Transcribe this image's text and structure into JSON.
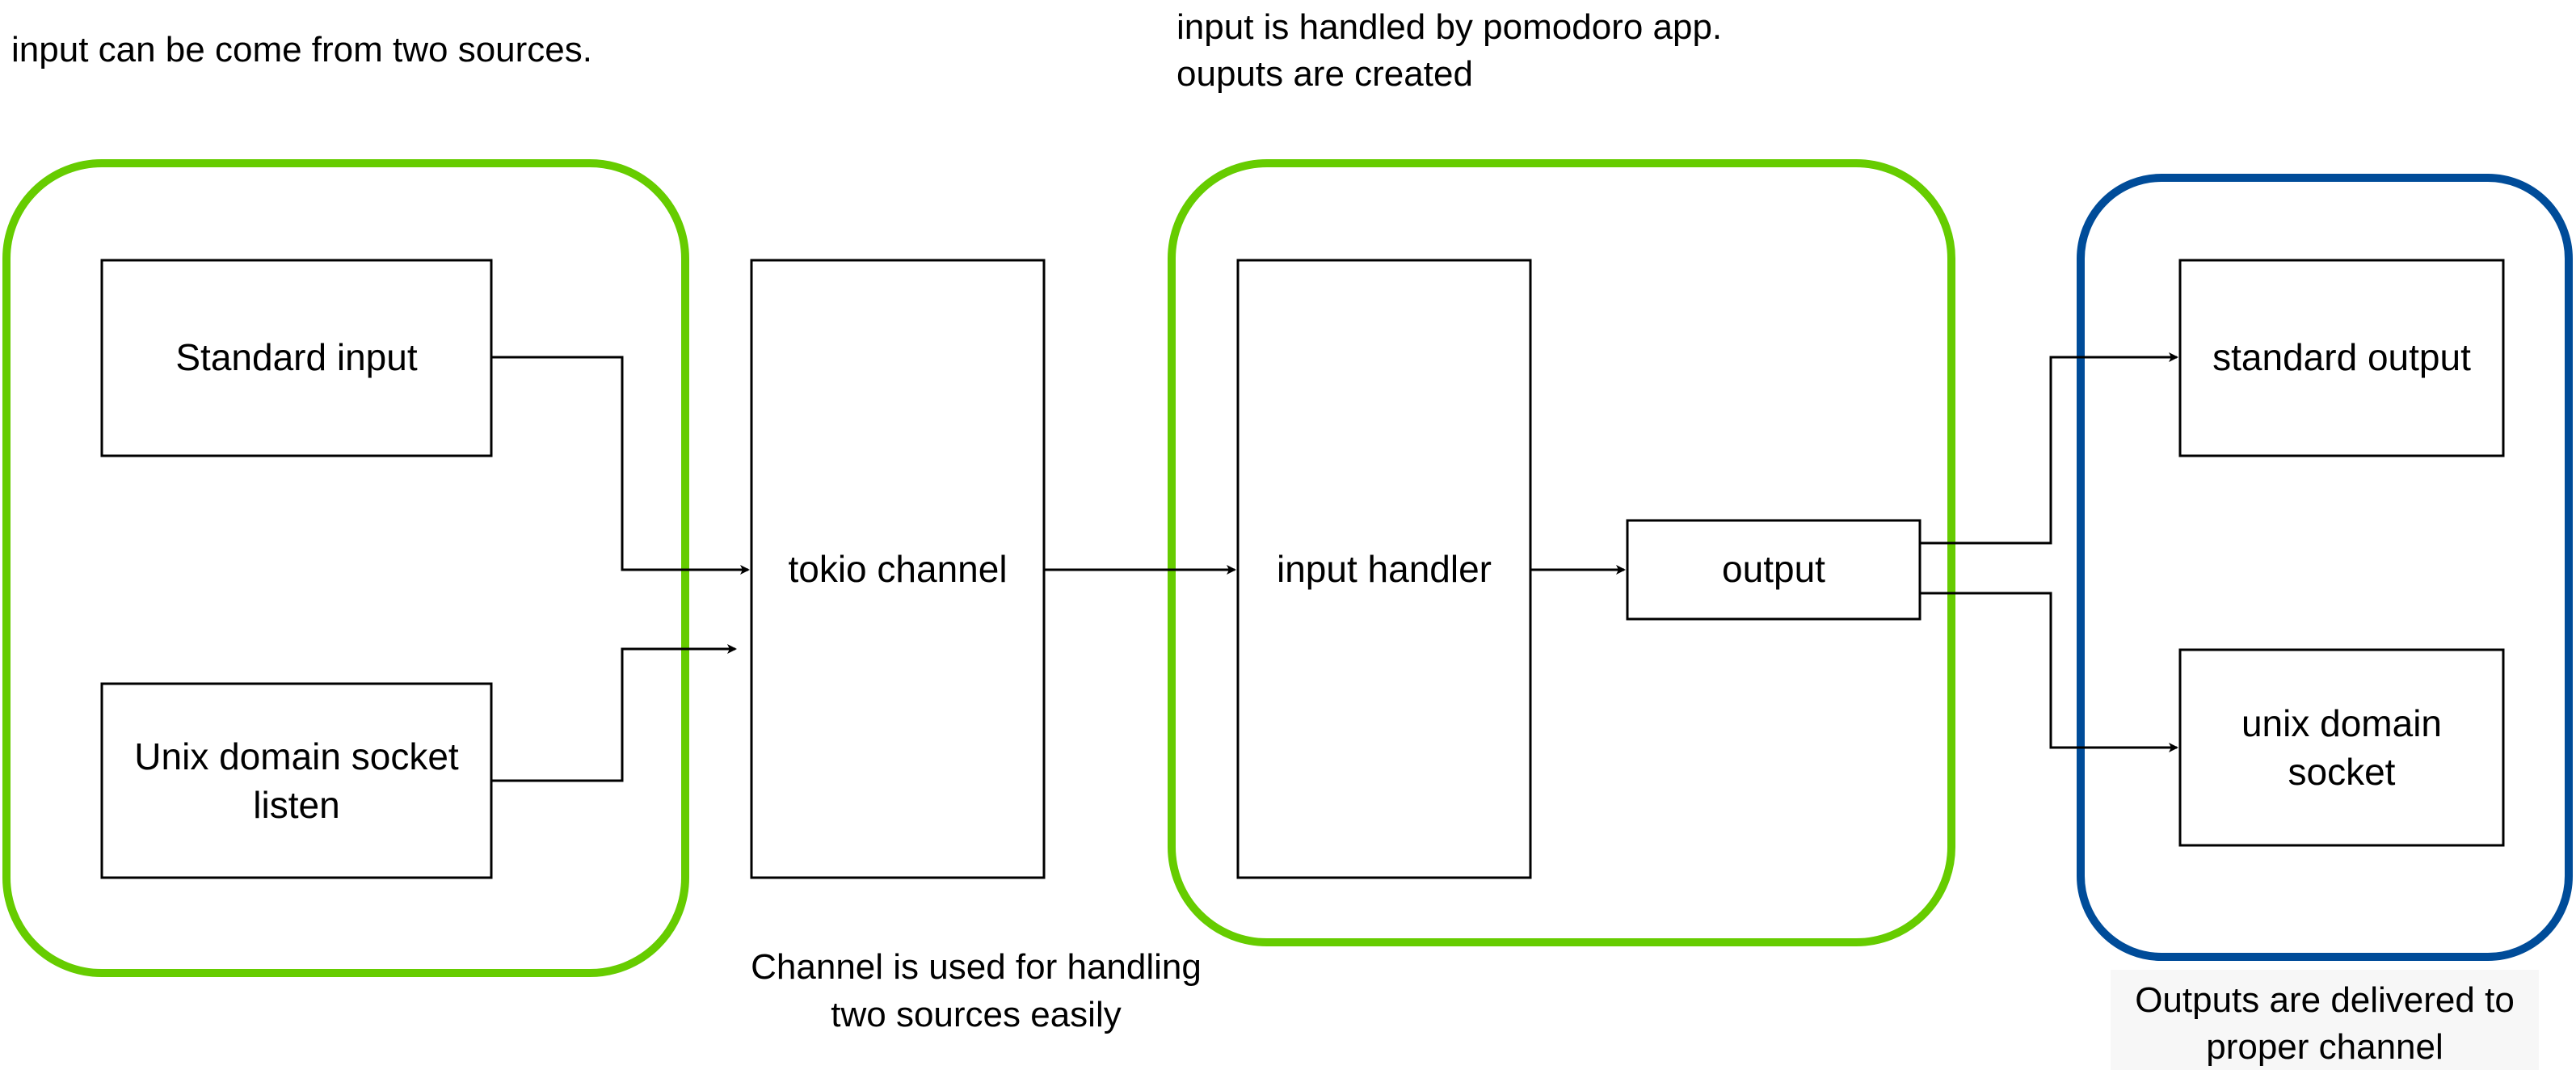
{
  "annotations": {
    "input_sources": "input can be come from two sources.",
    "handler_line1": "input is handled by pomodoro app.",
    "handler_line2": "ouputs are created",
    "channel_line1": "Channel is used for handling",
    "channel_line2": "two sources easily",
    "outputs_line1": "Outputs are delivered to",
    "outputs_line2": "proper channel"
  },
  "nodes": {
    "standard_input": "Standard input",
    "unix_socket_listen_line1": "Unix domain socket",
    "unix_socket_listen_line2": "listen",
    "tokio_channel": "tokio channel",
    "input_handler": "input handler",
    "output": "output",
    "standard_output": "standard output",
    "unix_socket_line1": "unix domain",
    "unix_socket_line2": "socket"
  },
  "colors": {
    "input_group_border": "#66cc00",
    "handler_group_border": "#66cc00",
    "output_group_border": "#004c99",
    "box_border": "#000000",
    "edge": "#000000"
  },
  "edges": [
    {
      "from": "standard_input",
      "to": "tokio_channel"
    },
    {
      "from": "unix_socket_listen",
      "to": "tokio_channel"
    },
    {
      "from": "tokio_channel",
      "to": "input_handler"
    },
    {
      "from": "input_handler",
      "to": "output"
    },
    {
      "from": "output",
      "to": "standard_output"
    },
    {
      "from": "output",
      "to": "unix_socket"
    }
  ]
}
